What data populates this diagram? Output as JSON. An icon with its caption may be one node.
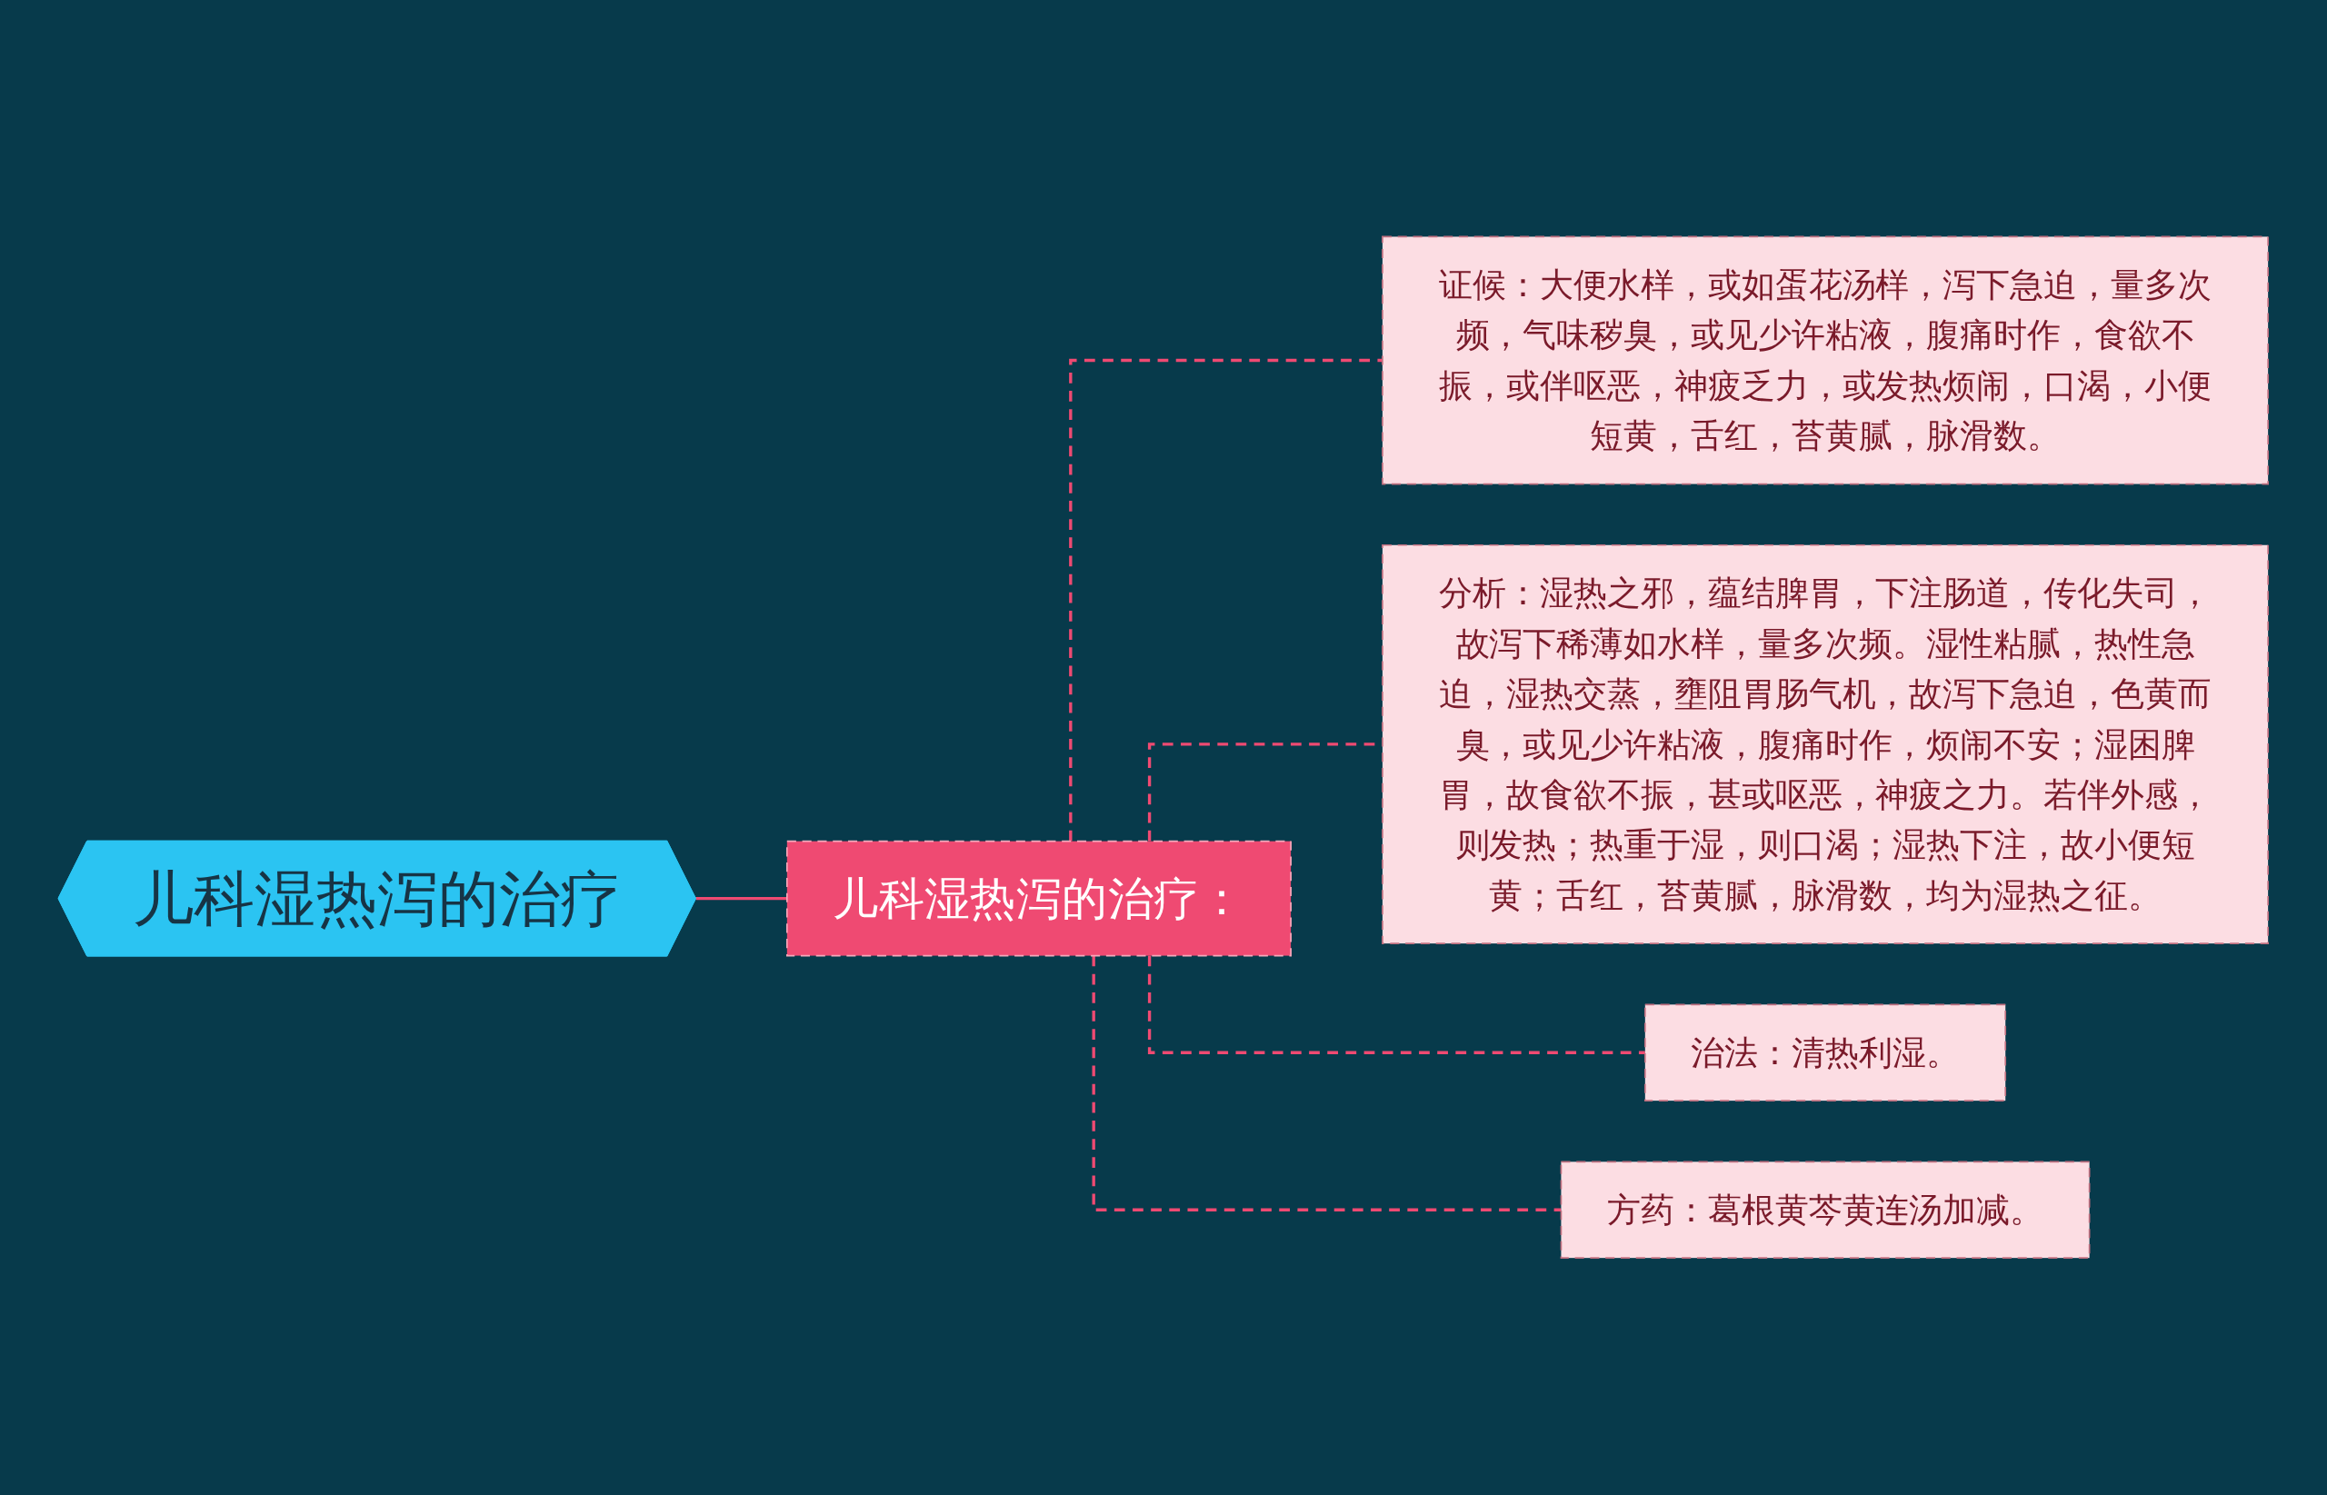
{
  "diagram": {
    "nodes": [
      {
        "text": [
          "儿科湿热泻的治疗"
        ]
      },
      {
        "text": [
          "儿科湿热泻的治疗："
        ]
      },
      {
        "text": [
          "证候：大便水样，或如蛋花汤样，泻下急迫，量多次频，气味秽臭，或见少许粘液，腹痛时作，食欲不振，或伴呕恶，神疲乏力，或发热烦闹，口渴，小便短黄，舌红，苔黄腻，脉滑数。"
        ]
      },
      {
        "text": [
          "分析：湿热之邪，蕴结脾胃，下注肠道，传化失司，故泻下稀薄如水样，量多次频。湿性粘腻，热性急迫，湿热交蒸，壅阻胃肠气机，故泻下急迫，色黄而臭，或见少许粘液，腹痛时作，烦闹不安；湿困脾胃，故食欲不振，甚或呕恶，神疲之力。若伴外感，则发热；热重于湿，则口渴；湿热下注，故小便短黄；舌红，苔黄腻，脉滑数，均为湿热之征。"
        ]
      },
      {
        "text": [
          "治法：清热利湿。"
        ]
      },
      {
        "text": [
          "方药：葛根黄芩黄连汤加减。"
        ]
      }
    ],
    "edges": [
      {
        "from": 0,
        "to": 1,
        "arrow": "none"
      },
      {
        "from": 1,
        "to": 2,
        "arrow": "none",
        "style": "dashed"
      },
      {
        "from": 1,
        "to": 3,
        "arrow": "none",
        "style": "dashed"
      },
      {
        "from": 1,
        "to": 4,
        "arrow": "none",
        "style": "dashed"
      },
      {
        "from": 1,
        "to": 5,
        "arrow": "none",
        "style": "dashed"
      }
    ]
  }
}
